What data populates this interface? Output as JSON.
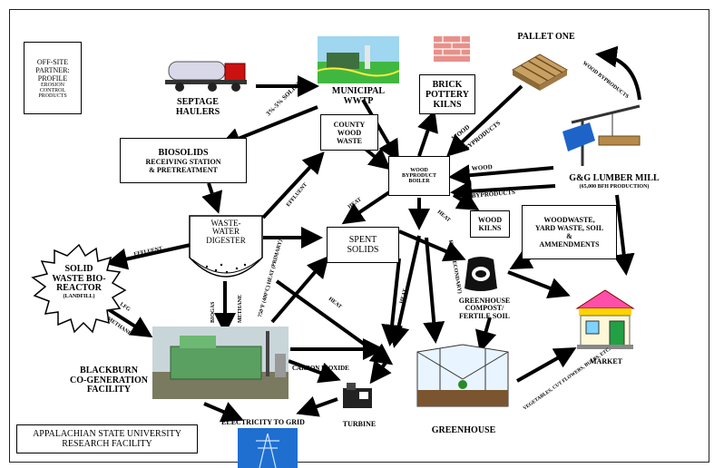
{
  "offsite_box": {
    "line1": "OFF-SITE",
    "line2": "PARTNER:",
    "line3": "PROFILE",
    "line4": "EROSION",
    "line5": "CONTROL",
    "line6": "PRODUCTS"
  },
  "septage": {
    "line1": "SEPTAGE",
    "line2": "HAULERS"
  },
  "municipal": {
    "line1": "MUNICIPAL",
    "line2": "WWTP"
  },
  "brick": {
    "line1": "BRICK",
    "line2": "POTTERY",
    "line3": "KILNS"
  },
  "pallet": {
    "label": "PALLET ONE"
  },
  "lumber": {
    "line1": "G&G LUMBER MILL",
    "line2": "(65,000 BFH PRODUCTION)"
  },
  "biosolids": {
    "line1": "BIOSOLIDS",
    "line2": "RECEIVING STATION",
    "line3": "& PRETREATMENT"
  },
  "county": {
    "line1": "COUNTY",
    "line2": "WOOD",
    "line3": "WASTE"
  },
  "boiler": {
    "line1": "WOOD",
    "line2": "BYPRODUCT",
    "line3": "BOILER"
  },
  "wood_kilns": {
    "line1": "WOOD",
    "line2": "KILNS"
  },
  "woodwaste": {
    "line1": "WOODWASTE,",
    "line2": "YARD WASTE, SOIL",
    "line3": "&",
    "line4": "AMMENDMENTS"
  },
  "digester": {
    "line1": "WASTE-",
    "line2": "WATER",
    "line3": "DIGESTER"
  },
  "spent": {
    "line1": "SPENT",
    "line2": "SOLIDS"
  },
  "bioreactor": {
    "line1": "SOLID",
    "line2": "WASTE BIO-",
    "line3": "REACTOR",
    "line4": "(LANDFILL)"
  },
  "compost": {
    "line1": "GREENHOUSE",
    "line2": "COMPOST/",
    "line3": "FERTILE SOIL"
  },
  "market": {
    "label": "MARKET"
  },
  "blackburn": {
    "line1": "BLACKBURN",
    "line2": "CO-GENERATION",
    "line3": "FACILITY"
  },
  "greenhouse": {
    "label": "GREENHOUSE"
  },
  "turbine": {
    "label": "TURBINE"
  },
  "electricity": {
    "label": "ELECTRICITY TO GRID"
  },
  "appalachian": {
    "line1": "APPALACHIAN STATE UNIVERSITY",
    "line2": "RESEARCH FACILITY"
  },
  "flows": {
    "solids": "3%-5% SOLIDS",
    "wood_byproducts_pallet": "WOOD BYPRODUCTS",
    "wood": "WOOD",
    "byproducts": "BYPRODUCTS",
    "wood2": "WOOD",
    "byproducts2": "BYPRODUCTS",
    "effluent_up": "EFFLUENT",
    "heat_boiler": "HEAT",
    "heat_kilns": "HEAT",
    "effluent_left": "EFFLUENT",
    "lfg": "LFG",
    "methane_left": "METHANE",
    "biogas": "BIOGAS",
    "methane_down": "METHANE",
    "heat_primary": "750°F (400°C) HEAT (PRIMARY)",
    "heat_secondary": "HEAT (SECONDARY)",
    "heat_mid": "HEAT",
    "heat_diag": "HEAT",
    "carbon_dioxide": "CARBON DIOXIDE",
    "vegetables": "VEGETABLES, CUT FLOWERS, BULBS, ETC."
  }
}
